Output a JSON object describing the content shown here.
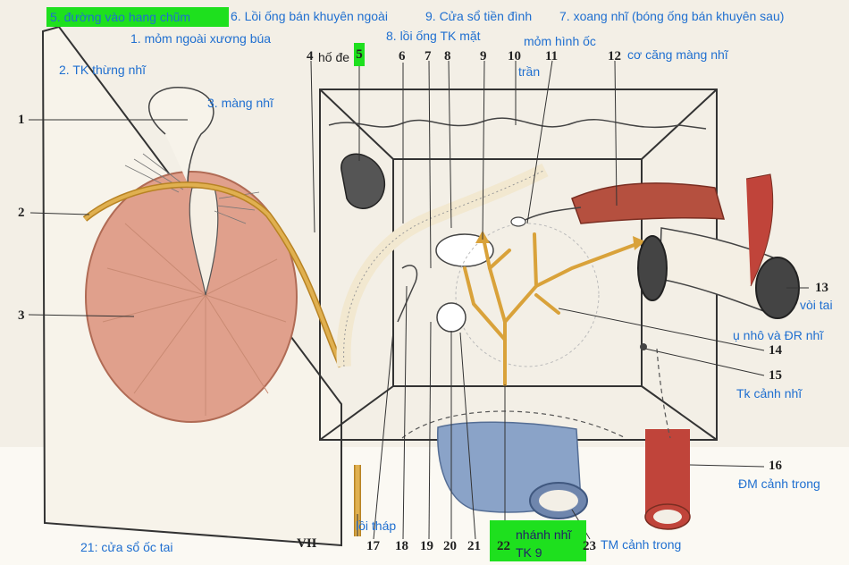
{
  "colors": {
    "highlight": "#1ee01e",
    "annotation": "#1f6fd0",
    "membrane": "#e0a08c",
    "nerve": "#d9a23a",
    "artery": "#c0443a",
    "vein": "#8aa3c8"
  },
  "annotations": {
    "a5": "5. đường vào hang chũm",
    "a6": "6. Lồi ống bán khuyên ngoài",
    "a9": "9. Cửa sổ tiền đình",
    "a7": "7. xoang nhĩ (bóng ống bán khuyên sau)",
    "a1": "1. mỏm ngoài xương búa",
    "a8": "8. lồi ống TK mặt",
    "mom_hinh_oc": "mỏm hình ốc",
    "a2": "2. TK thừng nhĩ",
    "ho_de": "hố đe",
    "tran": "trần",
    "co_cang": "cơ căng màng nhĩ",
    "a3": "3. màng nhĩ",
    "voi_tai": "vòi tai",
    "u_nho": "ụ nhô và ĐR nhĩ",
    "tk_canh": "Tk cảnh nhĩ",
    "dm_canh": "ĐM cảnh trong",
    "loi_thap": "lồi tháp",
    "cua_so_oc": "21: cửa sổ ốc tai",
    "nhanh_nhi": "nhánh nhĩ",
    "tk9": "TK 9",
    "tm_canh": "TM cảnh trong"
  },
  "numbers": {
    "n1": "1",
    "n2": "2",
    "n3": "3",
    "n4": "4",
    "n5": "5",
    "n6": "6",
    "n7": "7",
    "n8": "8",
    "n9": "9",
    "n10": "10",
    "n11": "11",
    "n12": "12",
    "n13": "13",
    "n14": "14",
    "n15": "15",
    "n16": "16",
    "nVII": "VII",
    "n17": "17",
    "n18": "18",
    "n19": "19",
    "n20": "20",
    "n21": "21",
    "n22": "22",
    "n23": "23"
  }
}
